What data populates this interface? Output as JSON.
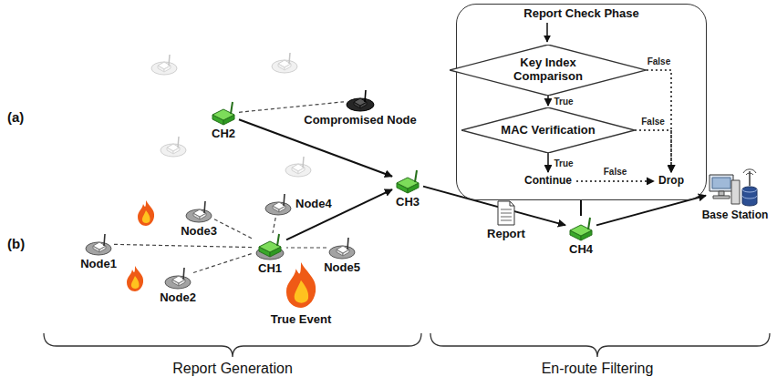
{
  "diagram": {
    "nodes": [
      {
        "text": [
          "(a)"
        ]
      },
      {
        "text": [
          "CH2"
        ],
        "in": 0
      },
      {
        "text": [
          "Compromised Node"
        ],
        "in": 0
      },
      {
        "text": [
          "(b)"
        ]
      },
      {
        "text": [
          "Node3"
        ],
        "in": 3
      },
      {
        "text": [
          "Node4"
        ],
        "in": 3
      },
      {
        "text": [
          "Node1"
        ],
        "in": 3
      },
      {
        "text": [
          "CH1"
        ],
        "in": 3
      },
      {
        "text": [
          "Node5"
        ],
        "in": 3
      },
      {
        "text": [
          "Node2"
        ],
        "in": 3
      },
      {
        "text": [
          "CH3"
        ]
      },
      {
        "text": [
          "Report"
        ]
      },
      {
        "text": [
          "CH4"
        ]
      },
      {
        "text": [
          "Report Check Phase"
        ]
      },
      {
        "text": [
          "Key Index Comparison"
        ],
        "in": 13
      },
      {
        "text": [
          "MAC Verification"
        ],
        "in": 13
      },
      {
        "text": [
          "Continue"
        ],
        "in": 13
      },
      {
        "text": [
          "Drop"
        ],
        "in": 13
      },
      {
        "text": [
          "Base Station"
        ]
      }
    ],
    "edges": [
      {
        "from": 1,
        "to": 2,
        "arrow": "none"
      },
      {
        "from": 1,
        "to": 10,
        "arrow": "to"
      },
      {
        "from": 6,
        "to": 7,
        "arrow": "none"
      },
      {
        "from": 9,
        "to": 7,
        "arrow": "none"
      },
      {
        "from": 4,
        "to": 7,
        "arrow": "none"
      },
      {
        "from": 5,
        "to": 7,
        "arrow": "none"
      },
      {
        "from": 8,
        "to": 7,
        "arrow": "none"
      },
      {
        "from": 7,
        "to": 10,
        "arrow": "to"
      },
      {
        "from": 10,
        "to": 12,
        "arrow": "to"
      },
      {
        "from": 12,
        "to": 18,
        "arrow": "to"
      },
      {
        "from": 12,
        "to": 13,
        "arrow": "none"
      },
      {
        "from": 14,
        "to": 15,
        "arrow": "to",
        "label": "True"
      },
      {
        "from": 14,
        "to": 17,
        "arrow": "to",
        "label": "False"
      },
      {
        "from": 15,
        "to": 16,
        "arrow": "to",
        "label": "True"
      },
      {
        "from": 15,
        "to": 17,
        "arrow": "to",
        "label": "False"
      },
      {
        "from": 16,
        "to": 17,
        "arrow": "to",
        "label": "False"
      }
    ],
    "labels": [
      "True Event",
      "Report Generation",
      "En-route Filtering"
    ]
  }
}
